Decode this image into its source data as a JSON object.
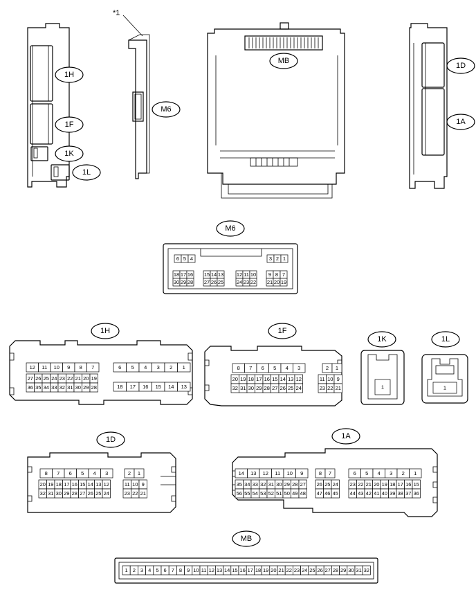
{
  "annotation": "*1",
  "views": {
    "left_labels": [
      "1H",
      "1F",
      "1K",
      "1L"
    ],
    "middle_label": "M6",
    "center_label": "MB",
    "right_labels": [
      "1D",
      "1A"
    ]
  },
  "connectors": {
    "M6": {
      "label": "M6",
      "groups": [
        {
          "top": [
            "6",
            "5",
            "4"
          ]
        },
        {
          "top": [
            "3",
            "2",
            "1"
          ]
        },
        {
          "top": [
            "18",
            "17",
            "16"
          ],
          "bottom": [
            "30",
            "29",
            "28"
          ]
        },
        {
          "top": [
            "15",
            "14",
            "13"
          ],
          "bottom": [
            "27",
            "26",
            "25"
          ]
        },
        {
          "top": [
            "12",
            "11",
            "10"
          ],
          "bottom": [
            "24",
            "23",
            "22"
          ]
        },
        {
          "top": [
            "9",
            "8",
            "7"
          ],
          "bottom": [
            "21",
            "20",
            "19"
          ]
        }
      ]
    },
    "1H": {
      "label": "1H",
      "groupA": {
        "row1": [
          "12",
          "11",
          "10",
          "9",
          "8",
          "7"
        ],
        "row2": [
          "27",
          "26",
          "25",
          "24",
          "23",
          "22",
          "21",
          "20",
          "19"
        ],
        "row3": [
          "36",
          "35",
          "34",
          "33",
          "32",
          "31",
          "30",
          "29",
          "28"
        ]
      },
      "groupB": {
        "row1": [
          "6",
          "5",
          "4",
          "3",
          "2",
          "1"
        ],
        "row2": [
          "18",
          "17",
          "16",
          "15",
          "14",
          "13"
        ]
      }
    },
    "1F": {
      "label": "1F",
      "groupA": {
        "row1": [
          "8",
          "7",
          "6",
          "5",
          "4",
          "3"
        ],
        "row2": [
          "20",
          "19",
          "18",
          "17",
          "16",
          "15",
          "14",
          "13",
          "12"
        ],
        "row3": [
          "32",
          "31",
          "30",
          "29",
          "28",
          "27",
          "26",
          "25",
          "24"
        ]
      },
      "groupB": {
        "row1": [
          "2",
          "1"
        ],
        "row2": [
          "11",
          "10",
          "9"
        ],
        "row3": [
          "23",
          "22",
          "21"
        ]
      }
    },
    "1K": {
      "label": "1K",
      "pins": [
        "1"
      ]
    },
    "1L": {
      "label": "1L",
      "pins": [
        "1"
      ]
    },
    "1D": {
      "label": "1D",
      "groupA": {
        "row1": [
          "8",
          "7",
          "6",
          "5",
          "4",
          "3"
        ],
        "row2": [
          "20",
          "19",
          "18",
          "17",
          "16",
          "15",
          "14",
          "13",
          "12"
        ],
        "row3": [
          "32",
          "31",
          "30",
          "29",
          "28",
          "27",
          "26",
          "25",
          "24"
        ]
      },
      "groupB": {
        "row1": [
          "2",
          "1"
        ],
        "row2": [
          "11",
          "10",
          "9"
        ],
        "row3": [
          "23",
          "22",
          "21"
        ]
      }
    },
    "1A": {
      "label": "1A",
      "groupA": {
        "row1": [
          "14",
          "13",
          "12",
          "11",
          "10",
          "9"
        ],
        "row2": [
          "35",
          "34",
          "33",
          "32",
          "31",
          "30",
          "29",
          "28",
          "27"
        ],
        "row3": [
          "56",
          "55",
          "54",
          "53",
          "52",
          "51",
          "50",
          "49",
          "48"
        ]
      },
      "groupB": {
        "row1": [
          "8",
          "7"
        ],
        "row2": [
          "26",
          "25",
          "24"
        ],
        "row3": [
          "47",
          "46",
          "45"
        ]
      },
      "groupC": {
        "row1": [
          "6",
          "5",
          "4",
          "3",
          "2",
          "1"
        ],
        "row2": [
          "23",
          "22",
          "21",
          "20",
          "19",
          "18",
          "17",
          "16",
          "15"
        ],
        "row3": [
          "44",
          "43",
          "42",
          "41",
          "40",
          "39",
          "38",
          "37",
          "36"
        ]
      }
    },
    "MB": {
      "label": "MB",
      "pins": [
        "1",
        "2",
        "3",
        "4",
        "5",
        "6",
        "7",
        "8",
        "9",
        "10",
        "11",
        "12",
        "13",
        "14",
        "15",
        "16",
        "17",
        "18",
        "19",
        "20",
        "21",
        "22",
        "23",
        "24",
        "25",
        "26",
        "27",
        "28",
        "29",
        "30",
        "31",
        "32"
      ]
    }
  }
}
